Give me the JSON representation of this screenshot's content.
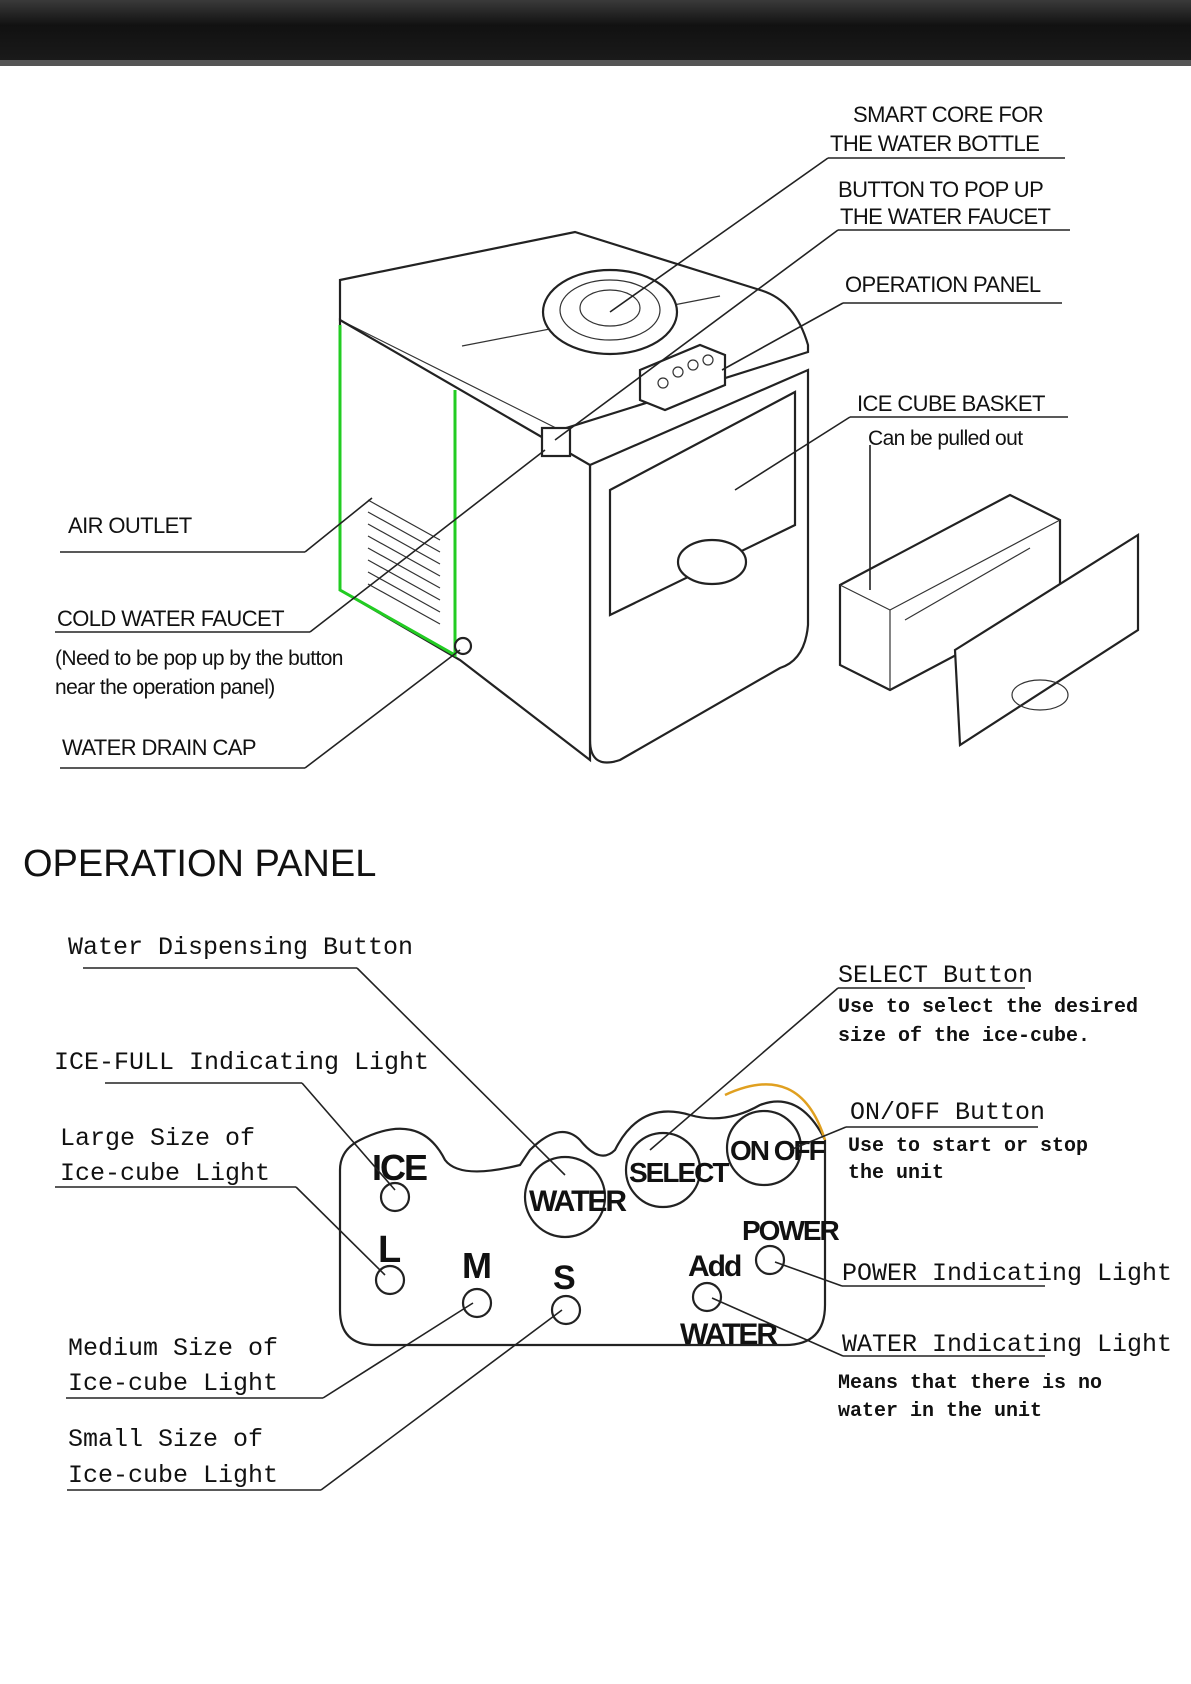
{
  "device_labels": {
    "smart_core_1": "SMART CORE FOR",
    "smart_core_2": "THE WATER BOTTLE",
    "pop_button_1": "BUTTON TO POP UP",
    "pop_button_2": "THE WATER FAUCET",
    "operation_panel": "OPERATION PANEL",
    "ice_basket": "ICE CUBE BASKET",
    "ice_basket_note": "Can be pulled out",
    "air_outlet": "AIR OUTLET",
    "cold_faucet": "COLD WATER FAUCET",
    "cold_faucet_note_1": "(Need to be pop up by the button",
    "cold_faucet_note_2": "near the operation panel)",
    "drain_cap": "WATER DRAIN CAP"
  },
  "section_heading": "OPERATION PANEL",
  "panel_labels": {
    "water_button": "Water Dispensing Button",
    "ice_full": "ICE-FULL Indicating Light",
    "large_1": "Large Size of",
    "large_2": "Ice-cube Light",
    "medium_1": "Medium Size of",
    "medium_2": "Ice-cube Light",
    "small_1": "Small Size of",
    "small_2": "Ice-cube Light",
    "select_title": "SELECT Button",
    "select_note_1": "Use to select the desired",
    "select_note_2": "size of the ice-cube.",
    "onoff_title": "ON/OFF Button",
    "onoff_note_1": "Use to start or stop",
    "onoff_note_2": "the unit",
    "power_light": "POWER Indicating Light",
    "water_light": "WATER Indicating Light",
    "water_note_1": "Means that there is no",
    "water_note_2": "water in the unit"
  },
  "panel_face": {
    "ice": "ICE",
    "large": "L",
    "medium": "M",
    "small": "S",
    "water": "WATER",
    "select": "SELECT",
    "onoff": "ON OFF",
    "power": "POWER",
    "add": "Add",
    "add_water": "WATER"
  },
  "colors": {
    "green_outline": "#22cc22",
    "orange_arc": "#e0a020"
  }
}
